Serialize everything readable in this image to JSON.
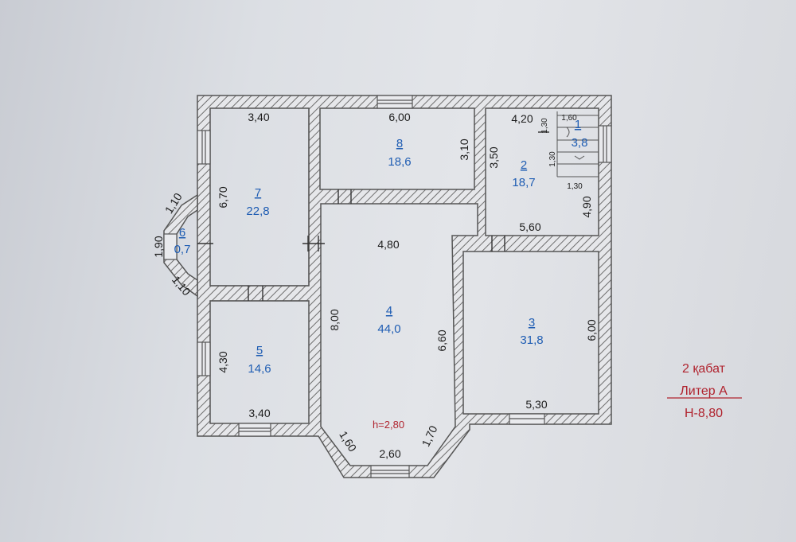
{
  "rooms": [
    {
      "num": "1",
      "area": "3,8"
    },
    {
      "num": "2",
      "area": "18,7"
    },
    {
      "num": "3",
      "area": "31,8"
    },
    {
      "num": "4",
      "area": "44,0"
    },
    {
      "num": "5",
      "area": "14,6"
    },
    {
      "num": "6",
      "area": "0,7"
    },
    {
      "num": "7",
      "area": "22,8"
    },
    {
      "num": "8",
      "area": "18,6"
    }
  ],
  "dimensions": {
    "r7_top": "3,40",
    "r7_side": "6,70",
    "r8_top": "6,00",
    "r8_side": "3,10",
    "r2_top": "4,20",
    "r2_side": "3,50",
    "r2_right": "4,90",
    "r2_bottom": "5,60",
    "r1_a": "1,60",
    "r1_b": "1,30",
    "r1_c": "1,30",
    "r1_d": "1,30",
    "r6_top": "1,10",
    "r6_side": "1,90",
    "r6_bottom": "1,10",
    "r4_top": "4,80",
    "r4_left": "8,00",
    "r4_right": "6,60",
    "bay_left": "1,60",
    "bay_bottom": "2,60",
    "bay_right": "1,70",
    "r3_right": "6,00",
    "r3_bottom": "5,30",
    "r5_side": "4,30",
    "r5_bottom": "3,40"
  },
  "height_label": "h=2,80",
  "legend": {
    "line1": "2 қабат",
    "line2": "Литер А",
    "line3": "Н-8,80"
  },
  "colors": {
    "wall": "#555555",
    "hatch": "#6e6e6e",
    "room_label": "#1f5db3",
    "legend": "#b0232e"
  }
}
